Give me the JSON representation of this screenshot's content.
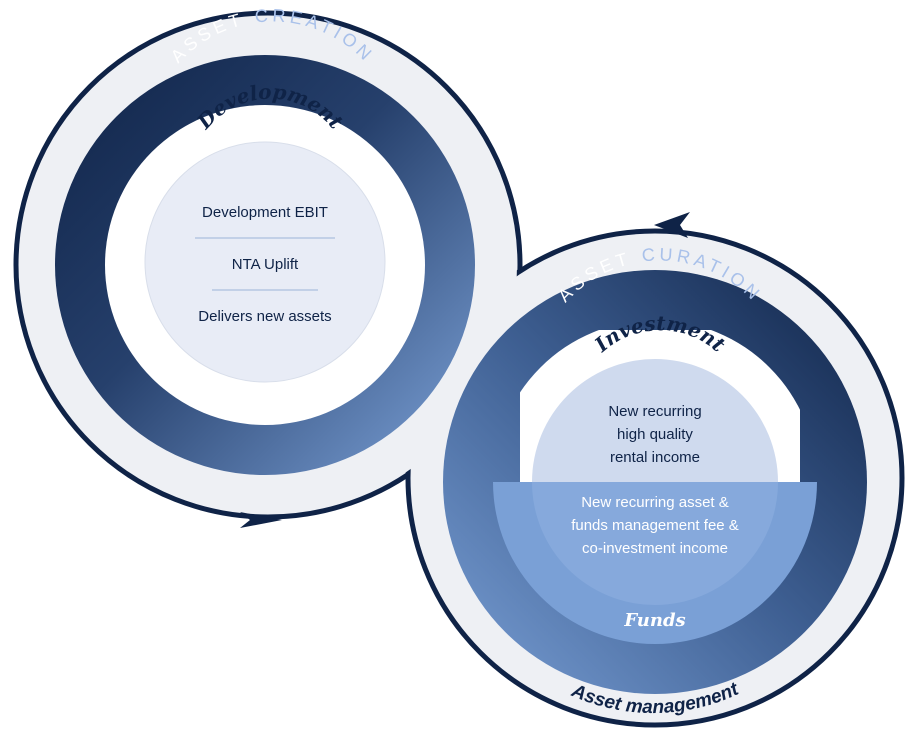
{
  "asset_creation": {
    "ring_title_part1": "ASSET",
    "ring_title_part2": "CREATION",
    "sub_title": "Development",
    "items": [
      "Development EBIT",
      "NTA Uplift",
      "Delivers new assets"
    ]
  },
  "asset_curation": {
    "ring_title_part1": "ASSET",
    "ring_title_part2": "CURATION",
    "sub_title": "Investment",
    "upper_text": [
      "New recurring",
      "high quality",
      "rental income"
    ],
    "lower_text": [
      "New recurring asset &",
      "funds management fee &",
      "co-investment income"
    ],
    "bottom_title": "Funds"
  },
  "outer_label": "Asset management",
  "colors": {
    "navy": "#0f2347",
    "light_blue": "#7aa0d6",
    "pale_blue": "#e8ecf6",
    "loop_fill": "#eef0f4",
    "accent_text": "#a9c1ea"
  }
}
